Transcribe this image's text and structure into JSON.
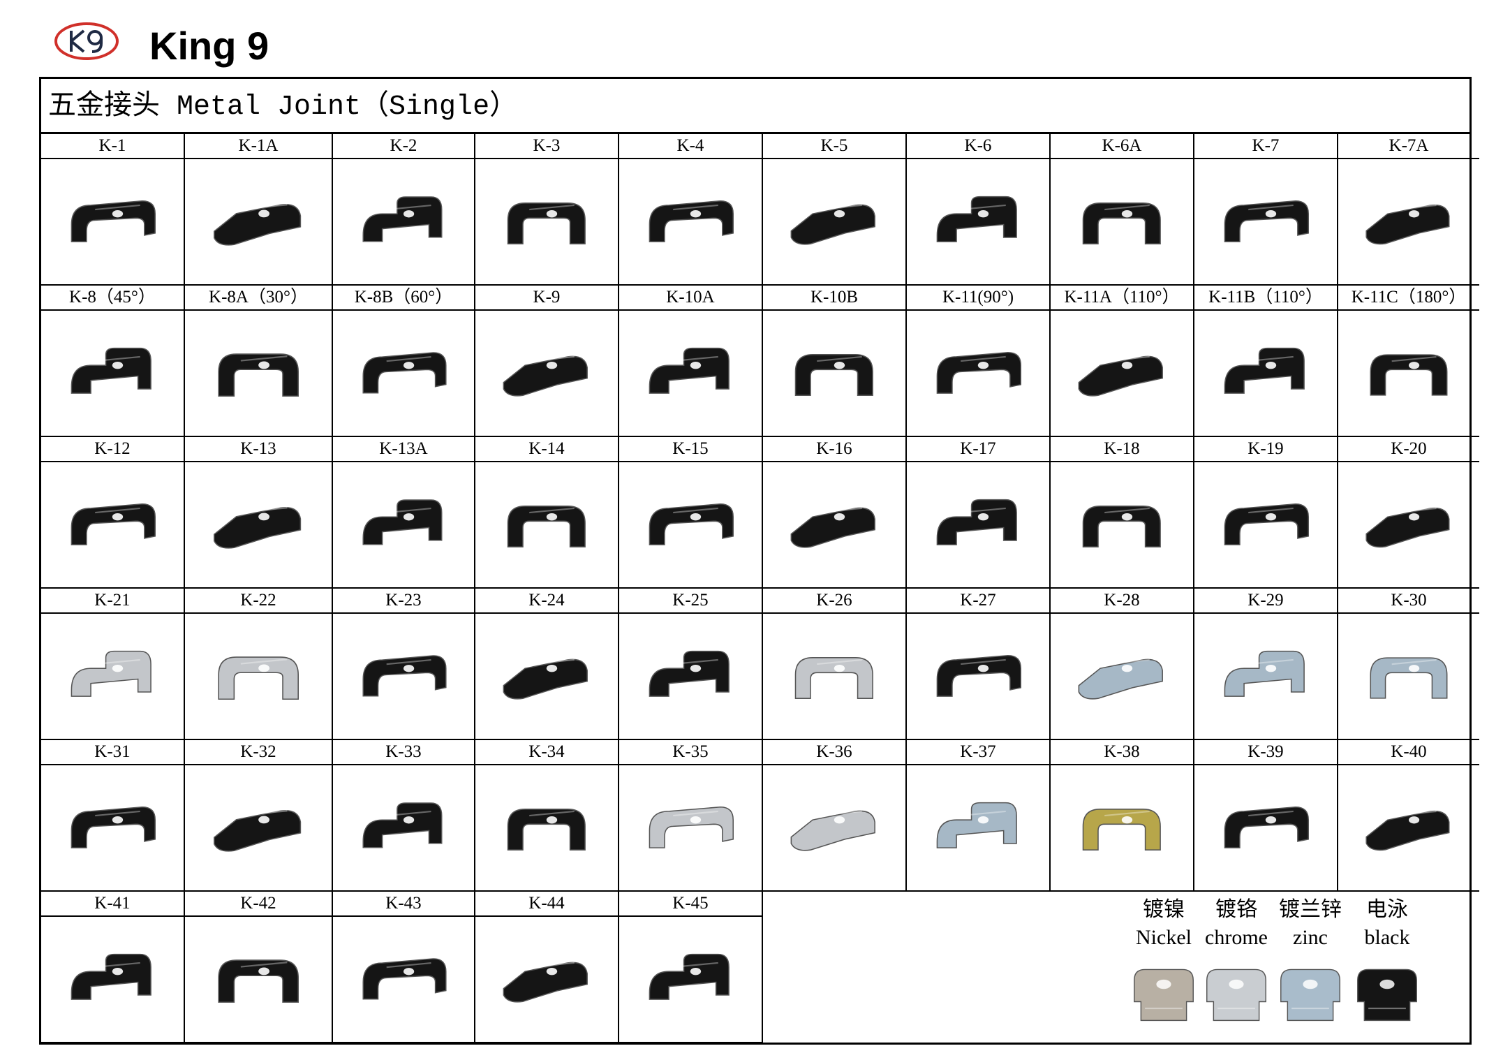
{
  "header": {
    "logo_text": "K9",
    "brand": "King 9"
  },
  "sheet": {
    "title": "五金接头 Metal Joint（Single）"
  },
  "items": [
    {
      "label": "K-1",
      "finish": "black"
    },
    {
      "label": "K-1A",
      "finish": "black"
    },
    {
      "label": "K-2",
      "finish": "black"
    },
    {
      "label": "K-3",
      "finish": "black"
    },
    {
      "label": "K-4",
      "finish": "black"
    },
    {
      "label": "K-5",
      "finish": "black"
    },
    {
      "label": "K-6",
      "finish": "black"
    },
    {
      "label": "K-6A",
      "finish": "black"
    },
    {
      "label": "K-7",
      "finish": "black"
    },
    {
      "label": "K-7A",
      "finish": "black"
    },
    {
      "label": "K-8（45°）",
      "finish": "black"
    },
    {
      "label": "K-8A（30°）",
      "finish": "black"
    },
    {
      "label": "K-8B（60°）",
      "finish": "black"
    },
    {
      "label": "K-9",
      "finish": "black"
    },
    {
      "label": "K-10A",
      "finish": "black"
    },
    {
      "label": "K-10B",
      "finish": "black"
    },
    {
      "label": "K-11(90°)",
      "finish": "black"
    },
    {
      "label": "K-11A（110°）",
      "finish": "black"
    },
    {
      "label": "K-11B（110°）",
      "finish": "black"
    },
    {
      "label": "K-11C（180°）",
      "finish": "black"
    },
    {
      "label": "K-12",
      "finish": "black"
    },
    {
      "label": "K-13",
      "finish": "black"
    },
    {
      "label": "K-13A",
      "finish": "black"
    },
    {
      "label": "K-14",
      "finish": "black"
    },
    {
      "label": "K-15",
      "finish": "black"
    },
    {
      "label": "K-16",
      "finish": "black"
    },
    {
      "label": "K-17",
      "finish": "black"
    },
    {
      "label": "K-18",
      "finish": "black"
    },
    {
      "label": "K-19",
      "finish": "black"
    },
    {
      "label": "K-20",
      "finish": "black"
    },
    {
      "label": "K-21",
      "finish": "chrome"
    },
    {
      "label": "K-22",
      "finish": "chrome"
    },
    {
      "label": "K-23",
      "finish": "black"
    },
    {
      "label": "K-24",
      "finish": "black"
    },
    {
      "label": "K-25",
      "finish": "black"
    },
    {
      "label": "K-26",
      "finish": "chrome"
    },
    {
      "label": "K-27",
      "finish": "black"
    },
    {
      "label": "K-28",
      "finish": "zinc"
    },
    {
      "label": "K-29",
      "finish": "zinc"
    },
    {
      "label": "K-30",
      "finish": "zinc"
    },
    {
      "label": "K-31",
      "finish": "black"
    },
    {
      "label": "K-32",
      "finish": "black"
    },
    {
      "label": "K-33",
      "finish": "black"
    },
    {
      "label": "K-34",
      "finish": "black"
    },
    {
      "label": "K-35",
      "finish": "chrome"
    },
    {
      "label": "K-36",
      "finish": "chrome"
    },
    {
      "label": "K-37",
      "finish": "zinc"
    },
    {
      "label": "K-38",
      "finish": "yellow-zinc"
    },
    {
      "label": "K-39",
      "finish": "black"
    },
    {
      "label": "K-40",
      "finish": "black"
    },
    {
      "label": "K-41",
      "finish": "black"
    },
    {
      "label": "K-42",
      "finish": "black"
    },
    {
      "label": "K-43",
      "finish": "black"
    },
    {
      "label": "K-44",
      "finish": "black"
    },
    {
      "label": "K-45",
      "finish": "black"
    }
  ],
  "finishes": [
    {
      "cn": "镀镍",
      "en": "Nickel",
      "color": "#b8b0a4"
    },
    {
      "cn": "镀铬",
      "en": "chrome",
      "color": "#c9cdd1"
    },
    {
      "cn": "镀兰锌",
      "en": "zinc",
      "color": "#a9bccb"
    },
    {
      "cn": "电泳",
      "en": "black",
      "color": "#151515"
    }
  ],
  "colors": {
    "black": "#151515",
    "chrome": "#c3c6ca",
    "zinc": "#a6b8c6",
    "yellow-zinc": "#b7a64a",
    "logo_red": "#d0302a"
  }
}
